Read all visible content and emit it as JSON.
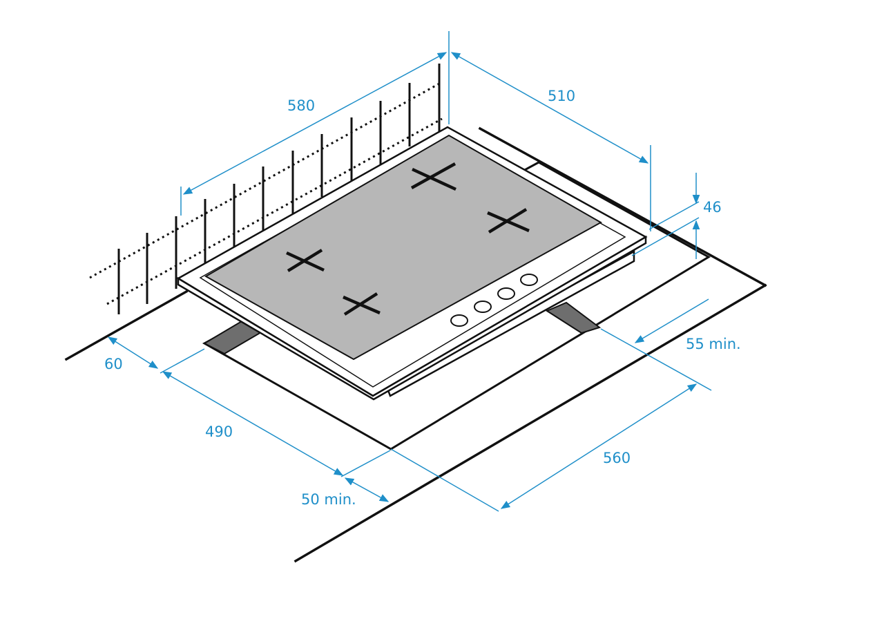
{
  "dimensions": {
    "width_580": "580",
    "depth_510": "510",
    "height_46": "46",
    "clearance_55": "55 min.",
    "wall_60": "60",
    "cutout_490": "490",
    "clearance_50": "50 min.",
    "cutout_560": "560"
  },
  "colors": {
    "dimension": "#1f8fc9",
    "outline": "#111111",
    "glass": "#b7b7b7",
    "frame": "#ffffff",
    "cutout_shadow": "#6e6e6e"
  },
  "icons": {
    "burner_marker": "cross-icon",
    "control_knob": "circle-icon"
  }
}
